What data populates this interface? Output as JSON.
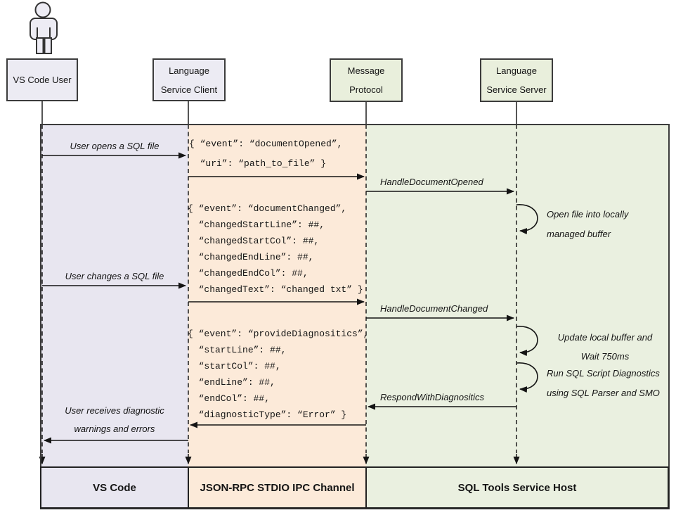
{
  "title": "SQL Tools Service language service sequence diagram",
  "colors": {
    "lane-vscode": "#e8e6f0",
    "lane-channel": "#fcead9",
    "lane-host": "#eaf0e0",
    "box-left": "#ecebf3",
    "box-right": "#e9efdc",
    "border": "#3c3c3c",
    "ink": "#141414"
  },
  "actors": {
    "user": {
      "label": "VS Code User"
    },
    "client": {
      "line1": "Language",
      "line2": "Service Client"
    },
    "protocol": {
      "line1": "Message",
      "line2": "Protocol"
    },
    "server": {
      "line1": "Language",
      "line2": "Service Server"
    }
  },
  "labels": {
    "user_opens": "User opens a SQL file",
    "user_changes": "User changes a SQL file",
    "user_receives_line1": "User receives diagnostic",
    "user_receives_line2": "warnings and errors",
    "handle_opened": "HandleDocumentOpened",
    "handle_changed": "HandleDocumentChanged",
    "respond_diagnostics": "RespondWithDiagnositics"
  },
  "notes": {
    "open_line1": "Open file into locally",
    "open_line2": "managed buffer",
    "update_line1": "Update local buffer and",
    "update_line2": "Wait 750ms",
    "run_line1": "Run SQL Script Diagnostics",
    "run_line2": "using SQL Parser and SMO"
  },
  "payloads": {
    "document_opened": "{ “event”: “documentOpened”,\n  “uri”: “path_to_file” }",
    "document_changed": "{ “event”: “documentChanged”,\n  “changedStartLine”: ##,\n  “changedStartCol”: ##,\n  “changedEndLine”: ##,\n  “changedEndCol”: ##,\n  “changedText”: “changed txt” }",
    "provide_diagnostics": "{ “event”: “provideDiagnositics”,\n  “startLine”: ##,\n  “startCol”: ##,\n  “endLine”: ##,\n  “endCol”: ##,\n  “diagnosticType”: “Error” }"
  },
  "footer": {
    "vscode": "VS Code",
    "channel": "JSON-RPC STDIO IPC Channel",
    "host": "SQL Tools Service Host"
  }
}
